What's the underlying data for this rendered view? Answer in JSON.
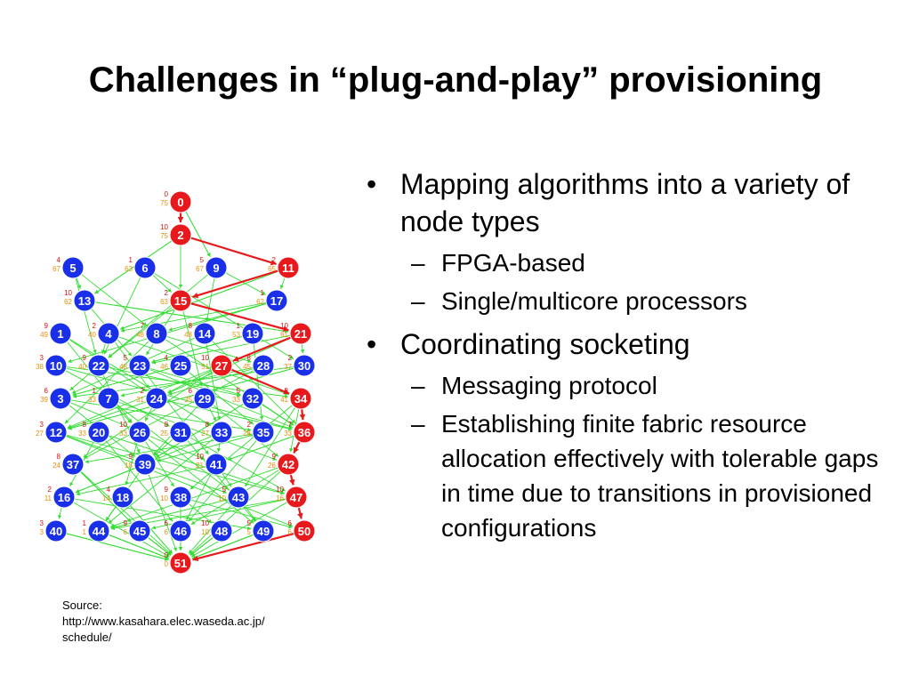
{
  "slide": {
    "title": "Challenges in “plug-and-play” provisioning",
    "source": {
      "lines": [
        "Source:",
        "http://www.kasahara.elec.waseda.ac.jp/",
        "schedule/"
      ]
    },
    "bullets": [
      {
        "text": "Mapping algorithms into a variety of node types",
        "sub": [
          "FPGA-based",
          "Single/multicore processors"
        ]
      },
      {
        "text": "Coordinating socketing",
        "sub": [
          "Messaging protocol",
          "Establishing finite fabric resource allocation effectively with tolerable gaps in time due to transitions in provisioned configurations"
        ]
      }
    ]
  },
  "graph": {
    "colors": {
      "critical": "#e8191c",
      "normal": "#1a2fe8",
      "edge": "#33dd33",
      "critical_edge": "#e8191c",
      "label_top": "#dd1010",
      "label_bottom": "#e8900a"
    },
    "nodes": [
      {
        "id": "0",
        "critical": true,
        "a": "0",
        "b": "75"
      },
      {
        "id": "2",
        "critical": true,
        "a": "10",
        "b": "75"
      },
      {
        "id": "5",
        "critical": false,
        "a": "4",
        "b": "67"
      },
      {
        "id": "6",
        "critical": false,
        "a": "1",
        "b": "63"
      },
      {
        "id": "9",
        "critical": false,
        "a": "5",
        "b": "67"
      },
      {
        "id": "11",
        "critical": true,
        "a": "2",
        "b": "65"
      },
      {
        "id": "13",
        "critical": false,
        "a": "10",
        "b": "62"
      },
      {
        "id": "15",
        "critical": true,
        "a": "2",
        "b": "63"
      },
      {
        "id": "17",
        "critical": false,
        "a": "1",
        "b": "62"
      },
      {
        "id": "1",
        "critical": false,
        "a": "9",
        "b": "49"
      },
      {
        "id": "4",
        "critical": false,
        "a": "2",
        "b": "40"
      },
      {
        "id": "8",
        "critical": false,
        "a": "7",
        "b": "48"
      },
      {
        "id": "14",
        "critical": false,
        "a": "8",
        "b": "48"
      },
      {
        "id": "19",
        "critical": false,
        "a": "1",
        "b": "53"
      },
      {
        "id": "21",
        "critical": true,
        "a": "10",
        "b": "61"
      },
      {
        "id": "10",
        "critical": false,
        "a": "3",
        "b": "38"
      },
      {
        "id": "22",
        "critical": false,
        "a": "9",
        "b": "40"
      },
      {
        "id": "23",
        "critical": false,
        "a": "5",
        "b": "48"
      },
      {
        "id": "25",
        "critical": false,
        "a": "4",
        "b": "46"
      },
      {
        "id": "27",
        "critical": true,
        "a": "10",
        "b": "51"
      },
      {
        "id": "28",
        "critical": false,
        "a": "8",
        "b": "45"
      },
      {
        "id": "30",
        "critical": false,
        "a": "2",
        "b": "37"
      },
      {
        "id": "3",
        "critical": false,
        "a": "6",
        "b": "39"
      },
      {
        "id": "7",
        "critical": false,
        "a": "1",
        "b": "33"
      },
      {
        "id": "24",
        "critical": false,
        "a": "2",
        "b": "31"
      },
      {
        "id": "29",
        "critical": false,
        "a": "6",
        "b": "35"
      },
      {
        "id": "32",
        "critical": false,
        "a": "5",
        "b": "33"
      },
      {
        "id": "34",
        "critical": true,
        "a": "8",
        "b": "41"
      },
      {
        "id": "12",
        "critical": false,
        "a": "3",
        "b": "27"
      },
      {
        "id": "20",
        "critical": false,
        "a": "8",
        "b": "33"
      },
      {
        "id": "26",
        "critical": false,
        "a": "10",
        "b": "33"
      },
      {
        "id": "31",
        "critical": false,
        "a": "8",
        "b": "25"
      },
      {
        "id": "33",
        "critical": false,
        "a": "8",
        "b": "27"
      },
      {
        "id": "35",
        "critical": false,
        "a": "2",
        "b": "28"
      },
      {
        "id": "36",
        "critical": true,
        "a": "7",
        "b": "33"
      },
      {
        "id": "37",
        "critical": false,
        "a": "8",
        "b": "24"
      },
      {
        "id": "39",
        "critical": false,
        "a": "9",
        "b": "18"
      },
      {
        "id": "41",
        "critical": false,
        "a": "10",
        "b": "21"
      },
      {
        "id": "42",
        "critical": true,
        "a": "9",
        "b": "26"
      },
      {
        "id": "16",
        "critical": false,
        "a": "2",
        "b": "11"
      },
      {
        "id": "18",
        "critical": false,
        "a": "4",
        "b": "14"
      },
      {
        "id": "38",
        "critical": false,
        "a": "9",
        "b": "10"
      },
      {
        "id": "43",
        "critical": false,
        "a": "5",
        "b": "10"
      },
      {
        "id": "47",
        "critical": true,
        "a": "10",
        "b": "16"
      },
      {
        "id": "40",
        "critical": false,
        "a": "3",
        "b": "3"
      },
      {
        "id": "44",
        "critical": false,
        "a": "1",
        "b": "1"
      },
      {
        "id": "45",
        "critical": false,
        "a": "9",
        "b": "6"
      },
      {
        "id": "46",
        "critical": false,
        "a": "6",
        "b": "6"
      },
      {
        "id": "48",
        "critical": false,
        "a": "10",
        "b": "10"
      },
      {
        "id": "49",
        "critical": false,
        "a": "5",
        "b": "5"
      },
      {
        "id": "50",
        "critical": true,
        "a": "6",
        "b": "6"
      },
      {
        "id": "51",
        "critical": true,
        "a": "0",
        "b": "0"
      }
    ],
    "critical_path": [
      "0",
      "2",
      "11",
      "15",
      "21",
      "27",
      "34",
      "36",
      "42",
      "47",
      "50",
      "51"
    ]
  }
}
